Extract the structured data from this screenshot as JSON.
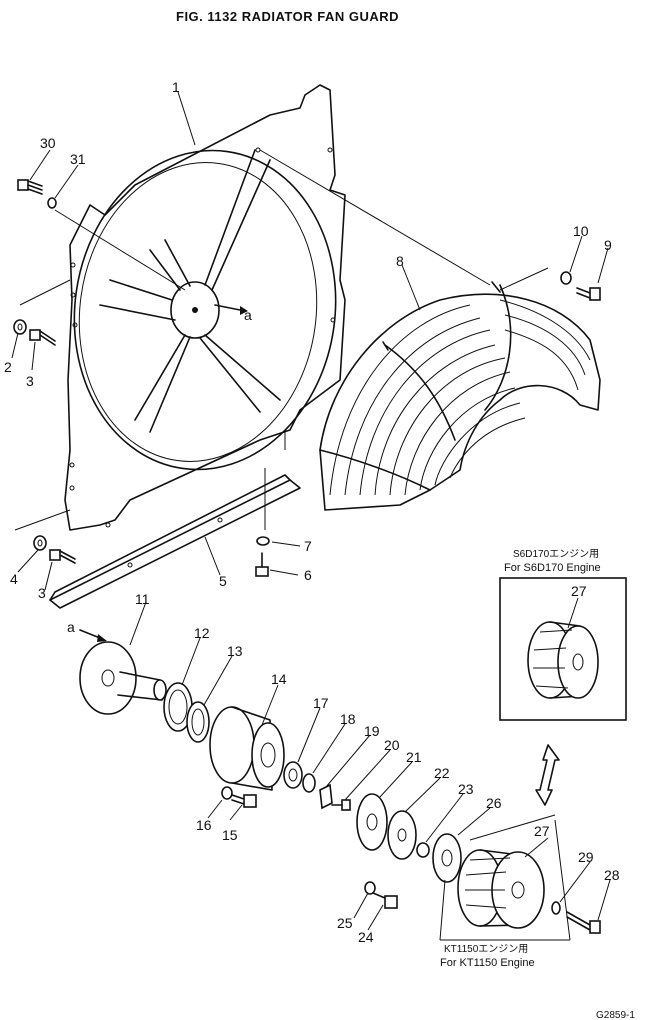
{
  "figure": {
    "title": "FIG. 1132   RADIATOR FAN GUARD",
    "footer_code": "G2859-1"
  },
  "callouts": {
    "c1": "1",
    "c2": "2",
    "c3a": "3",
    "c3b": "3",
    "c4": "4",
    "c5": "5",
    "c6": "6",
    "c7": "7",
    "c8": "8",
    "c9": "9",
    "c10": "10",
    "c11": "11",
    "c12": "12",
    "c13": "13",
    "c14": "14",
    "c15": "15",
    "c16": "16",
    "c17": "17",
    "c18": "18",
    "c19": "19",
    "c20": "20",
    "c21": "21",
    "c22": "22",
    "c23": "23",
    "c24": "24",
    "c25": "25",
    "c26": "26",
    "c27a": "27",
    "c27b": "27",
    "c28": "28",
    "c29": "29",
    "c30": "30",
    "c31": "31",
    "a1": "a",
    "a2": "a"
  },
  "insets": {
    "s6d170": {
      "jp": "S6D170エンジン用",
      "en": "For S6D170 Engine"
    },
    "kt1150": {
      "jp": "KT1150エンジン用",
      "en": "For KT1150 Engine"
    }
  }
}
